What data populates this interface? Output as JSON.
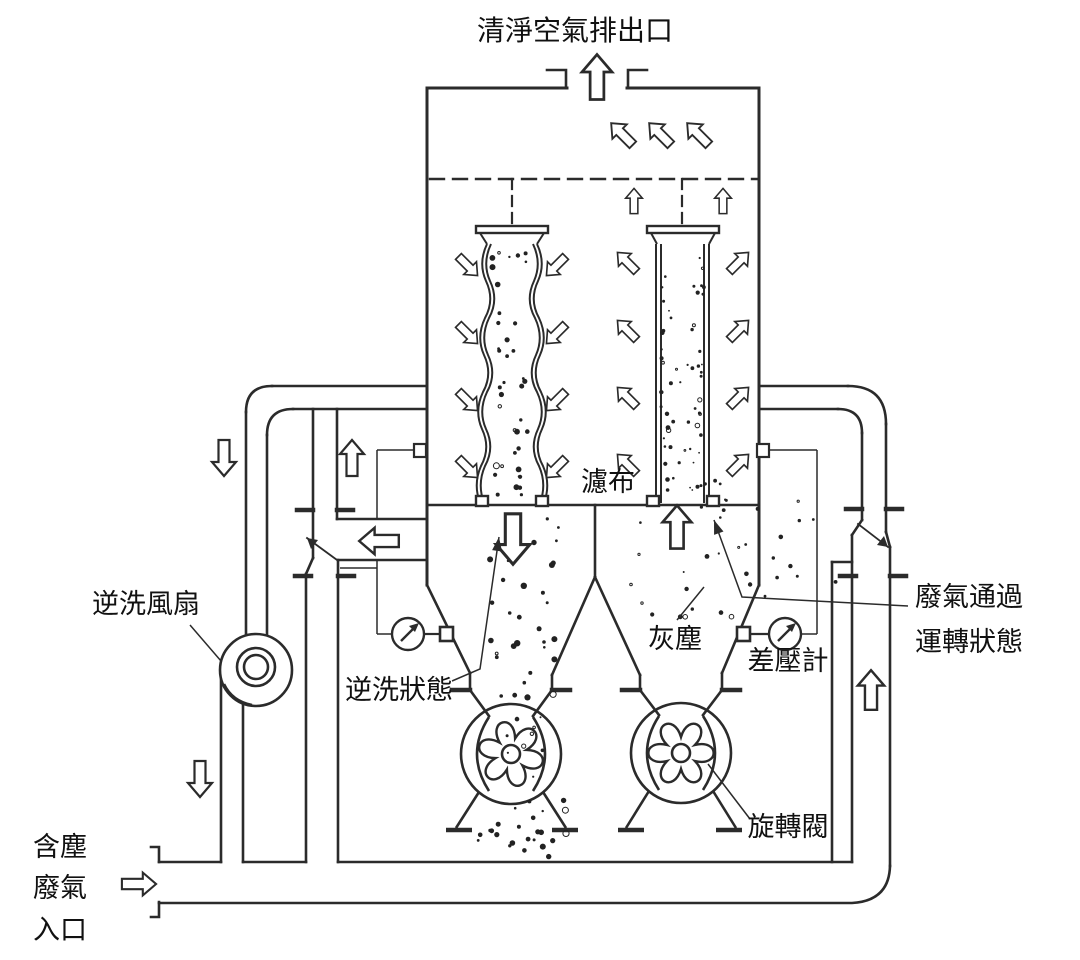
{
  "title": "清淨空氣排出口",
  "labels": {
    "clean_air_outlet": "清淨空氣排出口",
    "filter_cloth": "濾布",
    "backwash_fan": "逆洗風扇",
    "backwash_state": "逆洗狀態",
    "dust": "灰塵",
    "differential_pressure_gauge": "差壓計",
    "waste_gas_passing": "廢氣通過",
    "operating_state": "運轉狀態",
    "rotary_valve": "旋轉閥",
    "dusty_gas_inlet_line1": "含塵",
    "dusty_gas_inlet_line2": "廢氣",
    "dusty_gas_inlet_line3": "入口"
  },
  "colors": {
    "line": "#2b2b2b",
    "text": "#111111",
    "background": "#ffffff"
  }
}
